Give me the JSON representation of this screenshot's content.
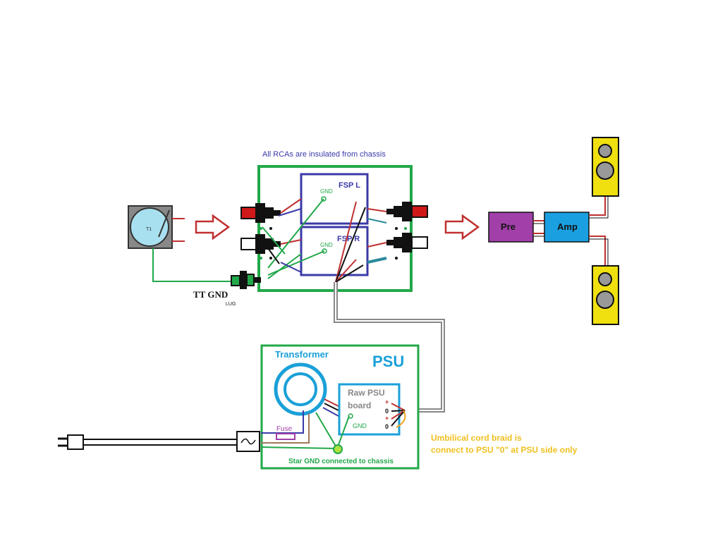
{
  "diagram": {
    "rca_note": "All RCAs are insulated from chassis",
    "fsp_left": "FSP L",
    "fsp_right": "FSP R",
    "gnd_label": "GND",
    "turntable_label": "T1",
    "tt_gnd": "TT GND",
    "lug": "LUG",
    "pre": "Pre",
    "amp": "Amp",
    "psu_title": "PSU",
    "transformer": "Transformer",
    "raw_psu_line1": "Raw PSU",
    "raw_psu_line2": "board",
    "psu_gnd": "GND",
    "plus": "+",
    "zero": "0",
    "fuse": "Fuse",
    "star_gnd": "Star GND connected to chassis",
    "umbilical_line1": "Umbilical cord braid is",
    "umbilical_line2": "connect to PSU \"0\" at PSU side only",
    "colors": {
      "chassis": "#22a84a",
      "board": "#3a3aa8",
      "psu_board": "#1aa0d8",
      "pre": "#a040a8",
      "amp": "#1aa0e0",
      "speaker": "#f0e010",
      "arrow": "#c03030",
      "note": "#f0c020"
    }
  }
}
